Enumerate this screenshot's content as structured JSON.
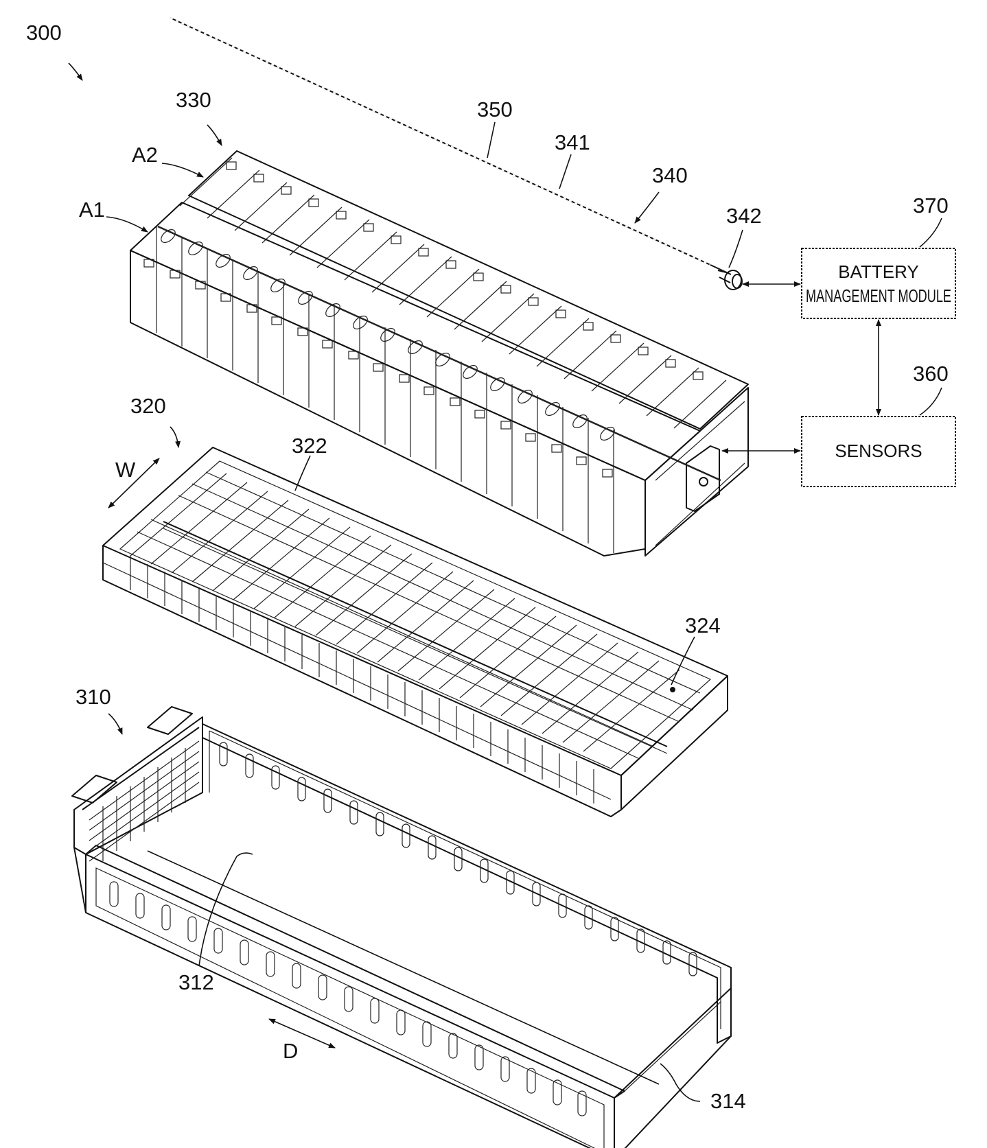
{
  "labels": {
    "fig": "300",
    "cell_assembly": "330",
    "row_a2": "A2",
    "row_a1": "A1",
    "cable": "350",
    "wire": "341",
    "harness": "340",
    "connector": "342",
    "bmm_ref": "370",
    "sensors_ref": "360",
    "tray": "320",
    "tray_rib": "322",
    "tray_channel": "324",
    "width_dir": "W",
    "housing": "310",
    "housing_floor": "312",
    "housing_wall": "314",
    "depth_dir": "D"
  },
  "boxes": {
    "bmm_line1": "BATTERY",
    "bmm_line2": "MANAGEMENT MODULE",
    "sensors": "SENSORS"
  }
}
